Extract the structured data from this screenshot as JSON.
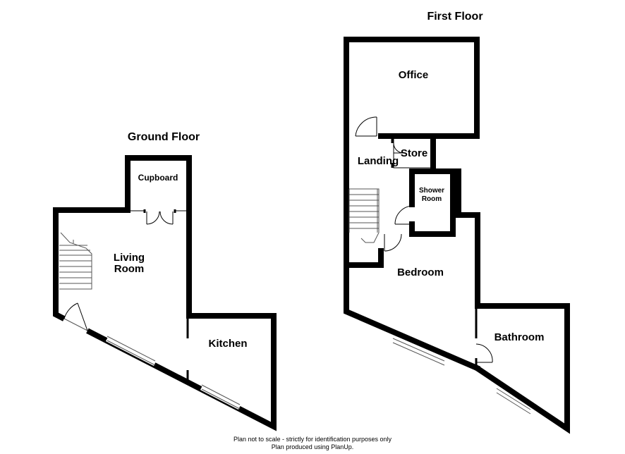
{
  "floors": {
    "ground": {
      "title": "Ground Floor",
      "rooms": {
        "cupboard": "Cupboard",
        "living_line1": "Living",
        "living_line2": "Room",
        "kitchen": "Kitchen"
      }
    },
    "first": {
      "title": "First Floor",
      "rooms": {
        "office": "Office",
        "store": "Store",
        "landing": "Landing",
        "shower_line1": "Shower",
        "shower_line2": "Room",
        "bedroom": "Bedroom",
        "bathroom": "Bathroom"
      }
    }
  },
  "footer": {
    "line1": "Plan not to scale - strictly for identification purposes only",
    "line2": "Plan produced using PlanUp."
  }
}
